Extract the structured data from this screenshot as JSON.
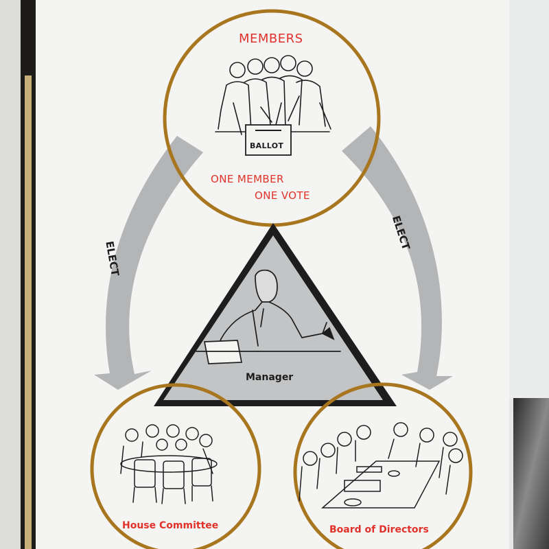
{
  "colors": {
    "accent_red": "#e0322a",
    "ring_gold": "#a8761f",
    "arrow_gray": "#b3b5b7",
    "triangle_fill": "#c2c4c6",
    "outline_dark": "#1d1d1d",
    "paper": "#f4f4f2"
  },
  "top_circle": {
    "title": "MEMBERS",
    "ballot_label": "BALLOT",
    "slogan_line1": "ONE MEMBER",
    "slogan_line2": "ONE VOTE"
  },
  "arrows": {
    "left_label": "ELECT",
    "right_label": "ELECT"
  },
  "center_triangle": {
    "label": "Manager"
  },
  "bottom_left_circle": {
    "label": "House Committee"
  },
  "bottom_right_circle": {
    "label": "Board of Directors"
  }
}
